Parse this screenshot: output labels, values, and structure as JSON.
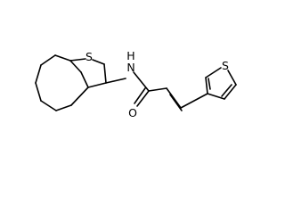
{
  "molecule": {
    "atoms": {
      "s_ring_left": "S",
      "amide_n": "N",
      "amide_h": "H",
      "carbonyl_o": "O",
      "s_thiophene_right": "S"
    }
  },
  "colors": {
    "background": "#ffffff",
    "bond": "#000000",
    "label": "#000000"
  }
}
